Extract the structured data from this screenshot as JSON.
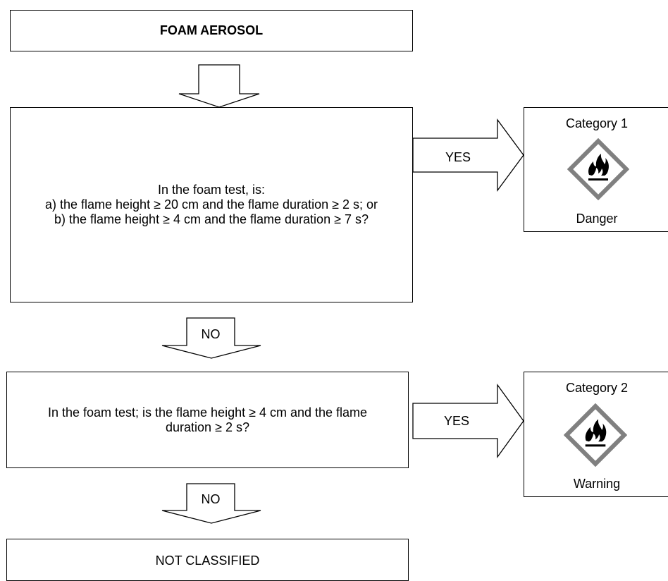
{
  "start": {
    "label": "FOAM AEROSOL"
  },
  "question1": {
    "text": "In the foam test, is:\na) the flame height ≥ 20 cm and the flame duration ≥ 2 s; or\nb) the flame height ≥ 4 cm and the flame duration ≥ 7 s?"
  },
  "question2": {
    "text": "In the foam test; is the flame height ≥ 4 cm and the flame\nduration ≥ 2 s?"
  },
  "result": {
    "label": "NOT CLASSIFIED"
  },
  "arrows": {
    "yes1": "YES",
    "no1": "NO",
    "yes2": "YES",
    "no2": "NO"
  },
  "category1": {
    "title": "Category 1",
    "signal": "Danger",
    "icon": "flame-pictogram-icon"
  },
  "category2": {
    "title": "Category 2",
    "signal": "Warning",
    "icon": "flame-pictogram-icon"
  },
  "colors": {
    "pictogram_border": "#808080",
    "line": "#000000"
  }
}
